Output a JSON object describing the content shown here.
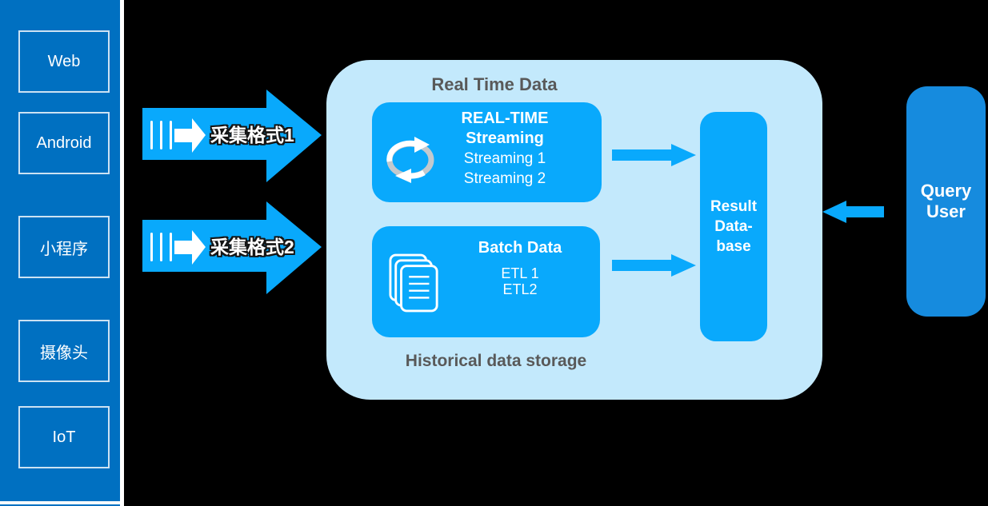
{
  "colors": {
    "sidebar_blue": "#0070C1",
    "bright_blue": "#09A9FC",
    "panel_blue": "#C3E9FC",
    "query_blue": "#168BDE",
    "title_gray": "#595959",
    "white": "#FFFFFF",
    "icon_gray": "#C3C9CE"
  },
  "diagram": {
    "sources": [
      {
        "label": "Web"
      },
      {
        "label": "Android"
      },
      {
        "label": "小程序"
      },
      {
        "label": "摄像头"
      },
      {
        "label": "IoT"
      }
    ],
    "ingest": [
      {
        "label": "采集格式1"
      },
      {
        "label": "采集格式2"
      }
    ],
    "panel": {
      "top_title": "Real Time Data",
      "bottom_title": "Historical data storage"
    },
    "realtime": {
      "title_line1": "REAL-TIME",
      "title_line2": "Streaming",
      "item1": "Streaming 1",
      "item2": "Streaming 2"
    },
    "batch": {
      "title": "Batch Data",
      "item1": "ETL 1",
      "item2": "ETL2"
    },
    "result": {
      "line1": "Result",
      "line2": "Data-",
      "line3": "base"
    },
    "query_user": {
      "line1": "Query",
      "line2": "User"
    },
    "icons": {
      "sync": "sync-icon",
      "documents": "stacked-documents-icon",
      "ingest_glyph": "arrow-right-icon"
    }
  }
}
